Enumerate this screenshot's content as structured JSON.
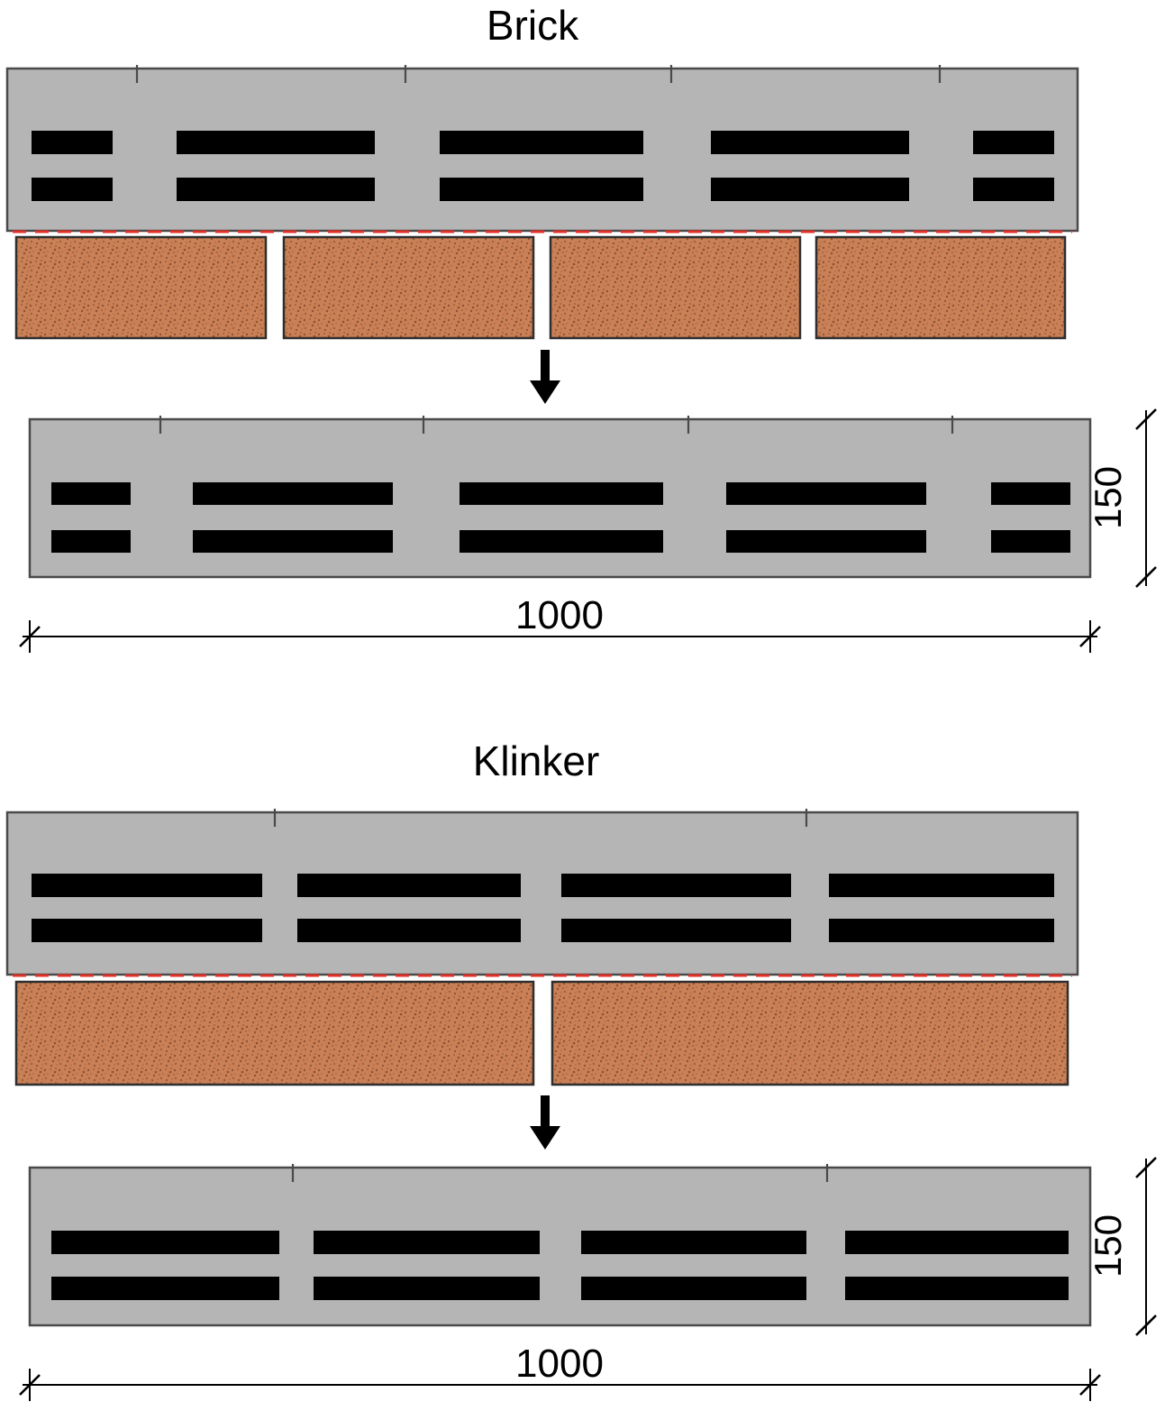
{
  "diagram": {
    "sections": [
      {
        "title": "Brick",
        "width_label": "1000",
        "height_label": "150"
      },
      {
        "title": "Klinker",
        "width_label": "1000",
        "height_label": "150"
      }
    ],
    "colors": {
      "panel_gray": "#b5b5b5",
      "slot_black": "#000000",
      "brick_fill": "#ca8056",
      "cut_line_red": "#e23128",
      "dimension_black": "#000000"
    }
  }
}
